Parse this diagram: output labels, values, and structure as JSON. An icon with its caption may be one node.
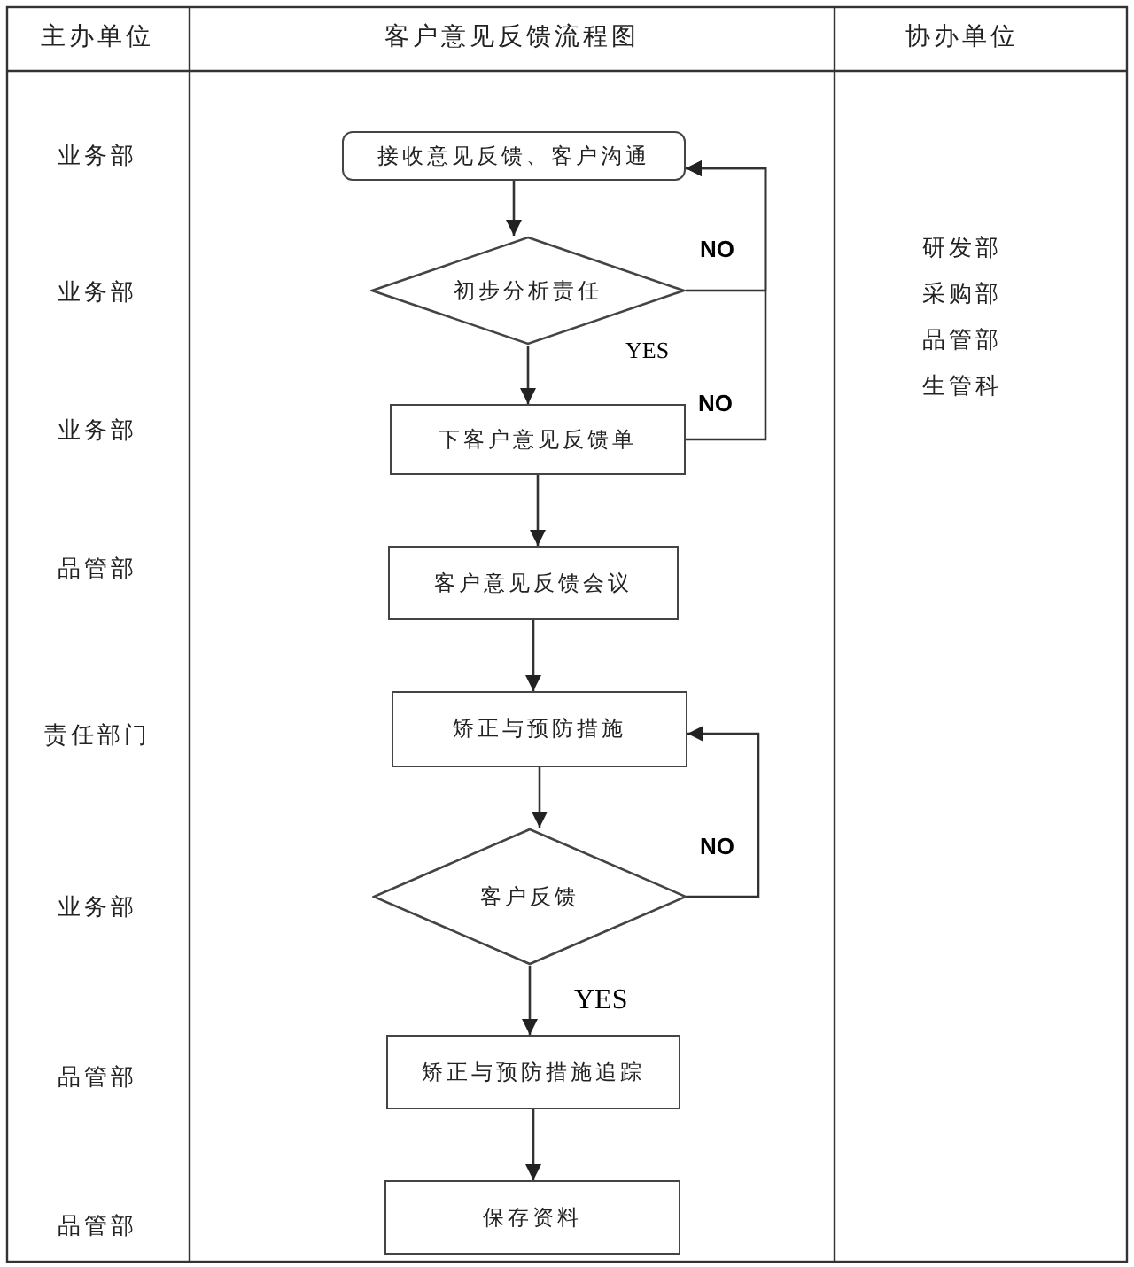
{
  "diagram": {
    "title": "客户意见反馈流程图",
    "nodes": [
      {
        "text": [
          "接收意见反馈、客户沟通"
        ]
      },
      {
        "text": [
          "初步分析责任"
        ]
      },
      {
        "text": [
          "下客户意见反馈单"
        ]
      },
      {
        "text": [
          "客户意见反馈会议"
        ]
      },
      {
        "text": [
          "矫正与预防措施"
        ]
      },
      {
        "text": [
          "客户反馈"
        ]
      },
      {
        "text": [
          "矫正与预防措施追踪"
        ]
      },
      {
        "text": [
          "保存资料"
        ]
      }
    ],
    "edges": [
      {
        "from": 0,
        "to": 1,
        "arrow": "to"
      },
      {
        "from": 1,
        "to": 2,
        "arrow": "to",
        "label": "YES"
      },
      {
        "from": 1,
        "to": 0,
        "arrow": "to",
        "label": "NO"
      },
      {
        "from": 2,
        "to": 0,
        "arrow": "to",
        "label": "NO"
      },
      {
        "from": 2,
        "to": 3,
        "arrow": "to"
      },
      {
        "from": 3,
        "to": 4,
        "arrow": "to"
      },
      {
        "from": 4,
        "to": 5,
        "arrow": "to"
      },
      {
        "from": 5,
        "to": 4,
        "arrow": "to",
        "label": "NO"
      },
      {
        "from": 5,
        "to": 6,
        "arrow": "to",
        "label": "YES"
      },
      {
        "from": 6,
        "to": 7,
        "arrow": "to"
      }
    ],
    "labels": [
      "主办单位",
      "协办单位",
      "业务部",
      "研发部",
      "采购部",
      "业务部",
      "品管部",
      "生管科",
      "业务部",
      "品管部",
      "责任部门",
      "业务部",
      "品管部",
      "品管部"
    ]
  }
}
